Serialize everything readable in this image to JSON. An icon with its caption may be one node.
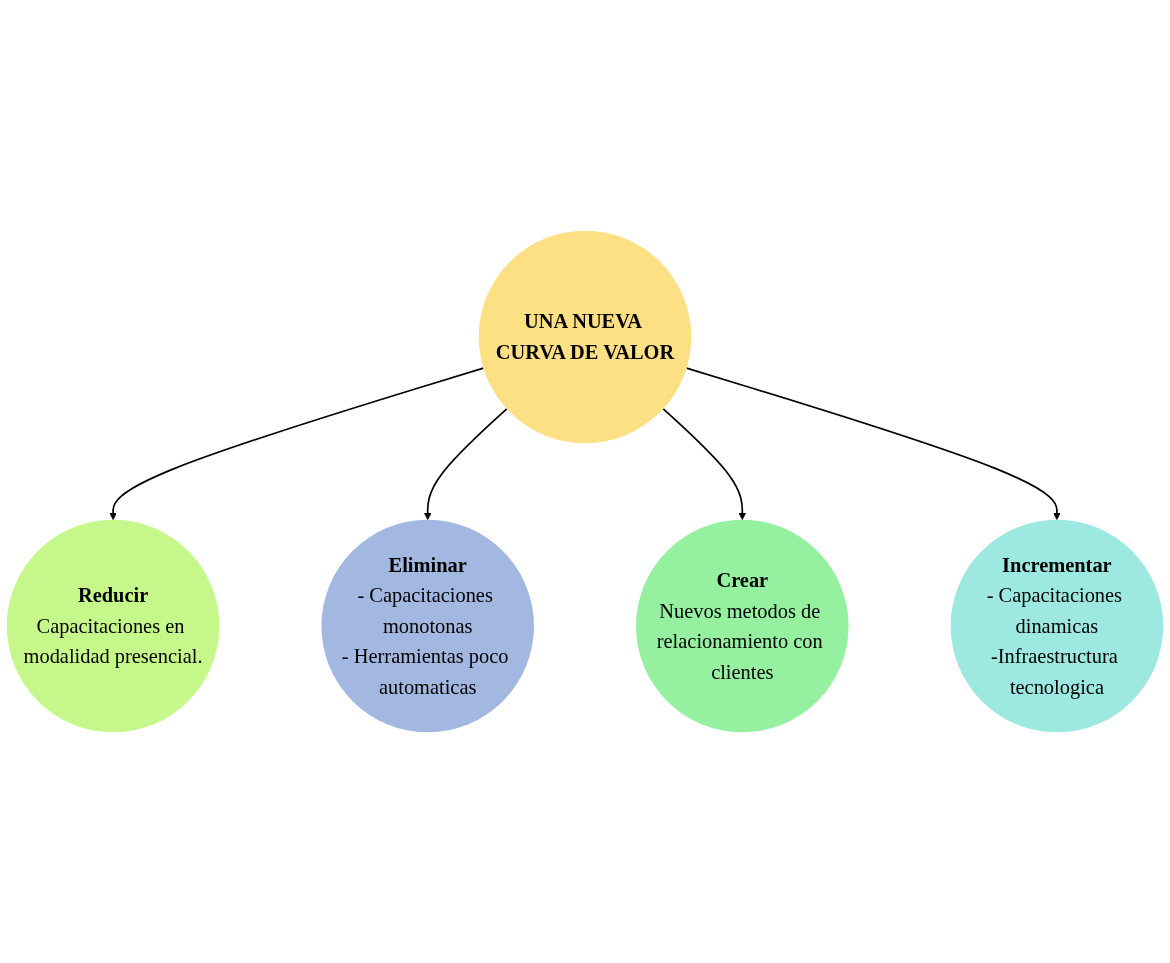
{
  "diagram": {
    "nodes": [
      {
        "text": [
          "Reducir",
          "Capacitaciones en modalidad presencial."
        ]
      },
      {
        "text": [
          "Eliminar",
          "- Capacitaciones monotonas",
          "- Herramientas poco automaticas"
        ]
      },
      {
        "text": [
          "Crear",
          "Nuevos metodos de relacionamiento con clientes"
        ]
      },
      {
        "text": [
          "UNA NUEVA CURVA DE VALOR"
        ]
      },
      {
        "text": [
          "Incrementar",
          "- Capacitaciones dinamicas",
          "-Infraestructura tecnologica"
        ]
      }
    ],
    "edges": [
      {
        "from": 3,
        "to": 0,
        "arrow": "to"
      },
      {
        "from": 3,
        "to": 1,
        "arrow": "to"
      },
      {
        "from": 3,
        "to": 2,
        "arrow": "to"
      },
      {
        "from": 3,
        "to": 4,
        "arrow": "to"
      }
    ]
  }
}
